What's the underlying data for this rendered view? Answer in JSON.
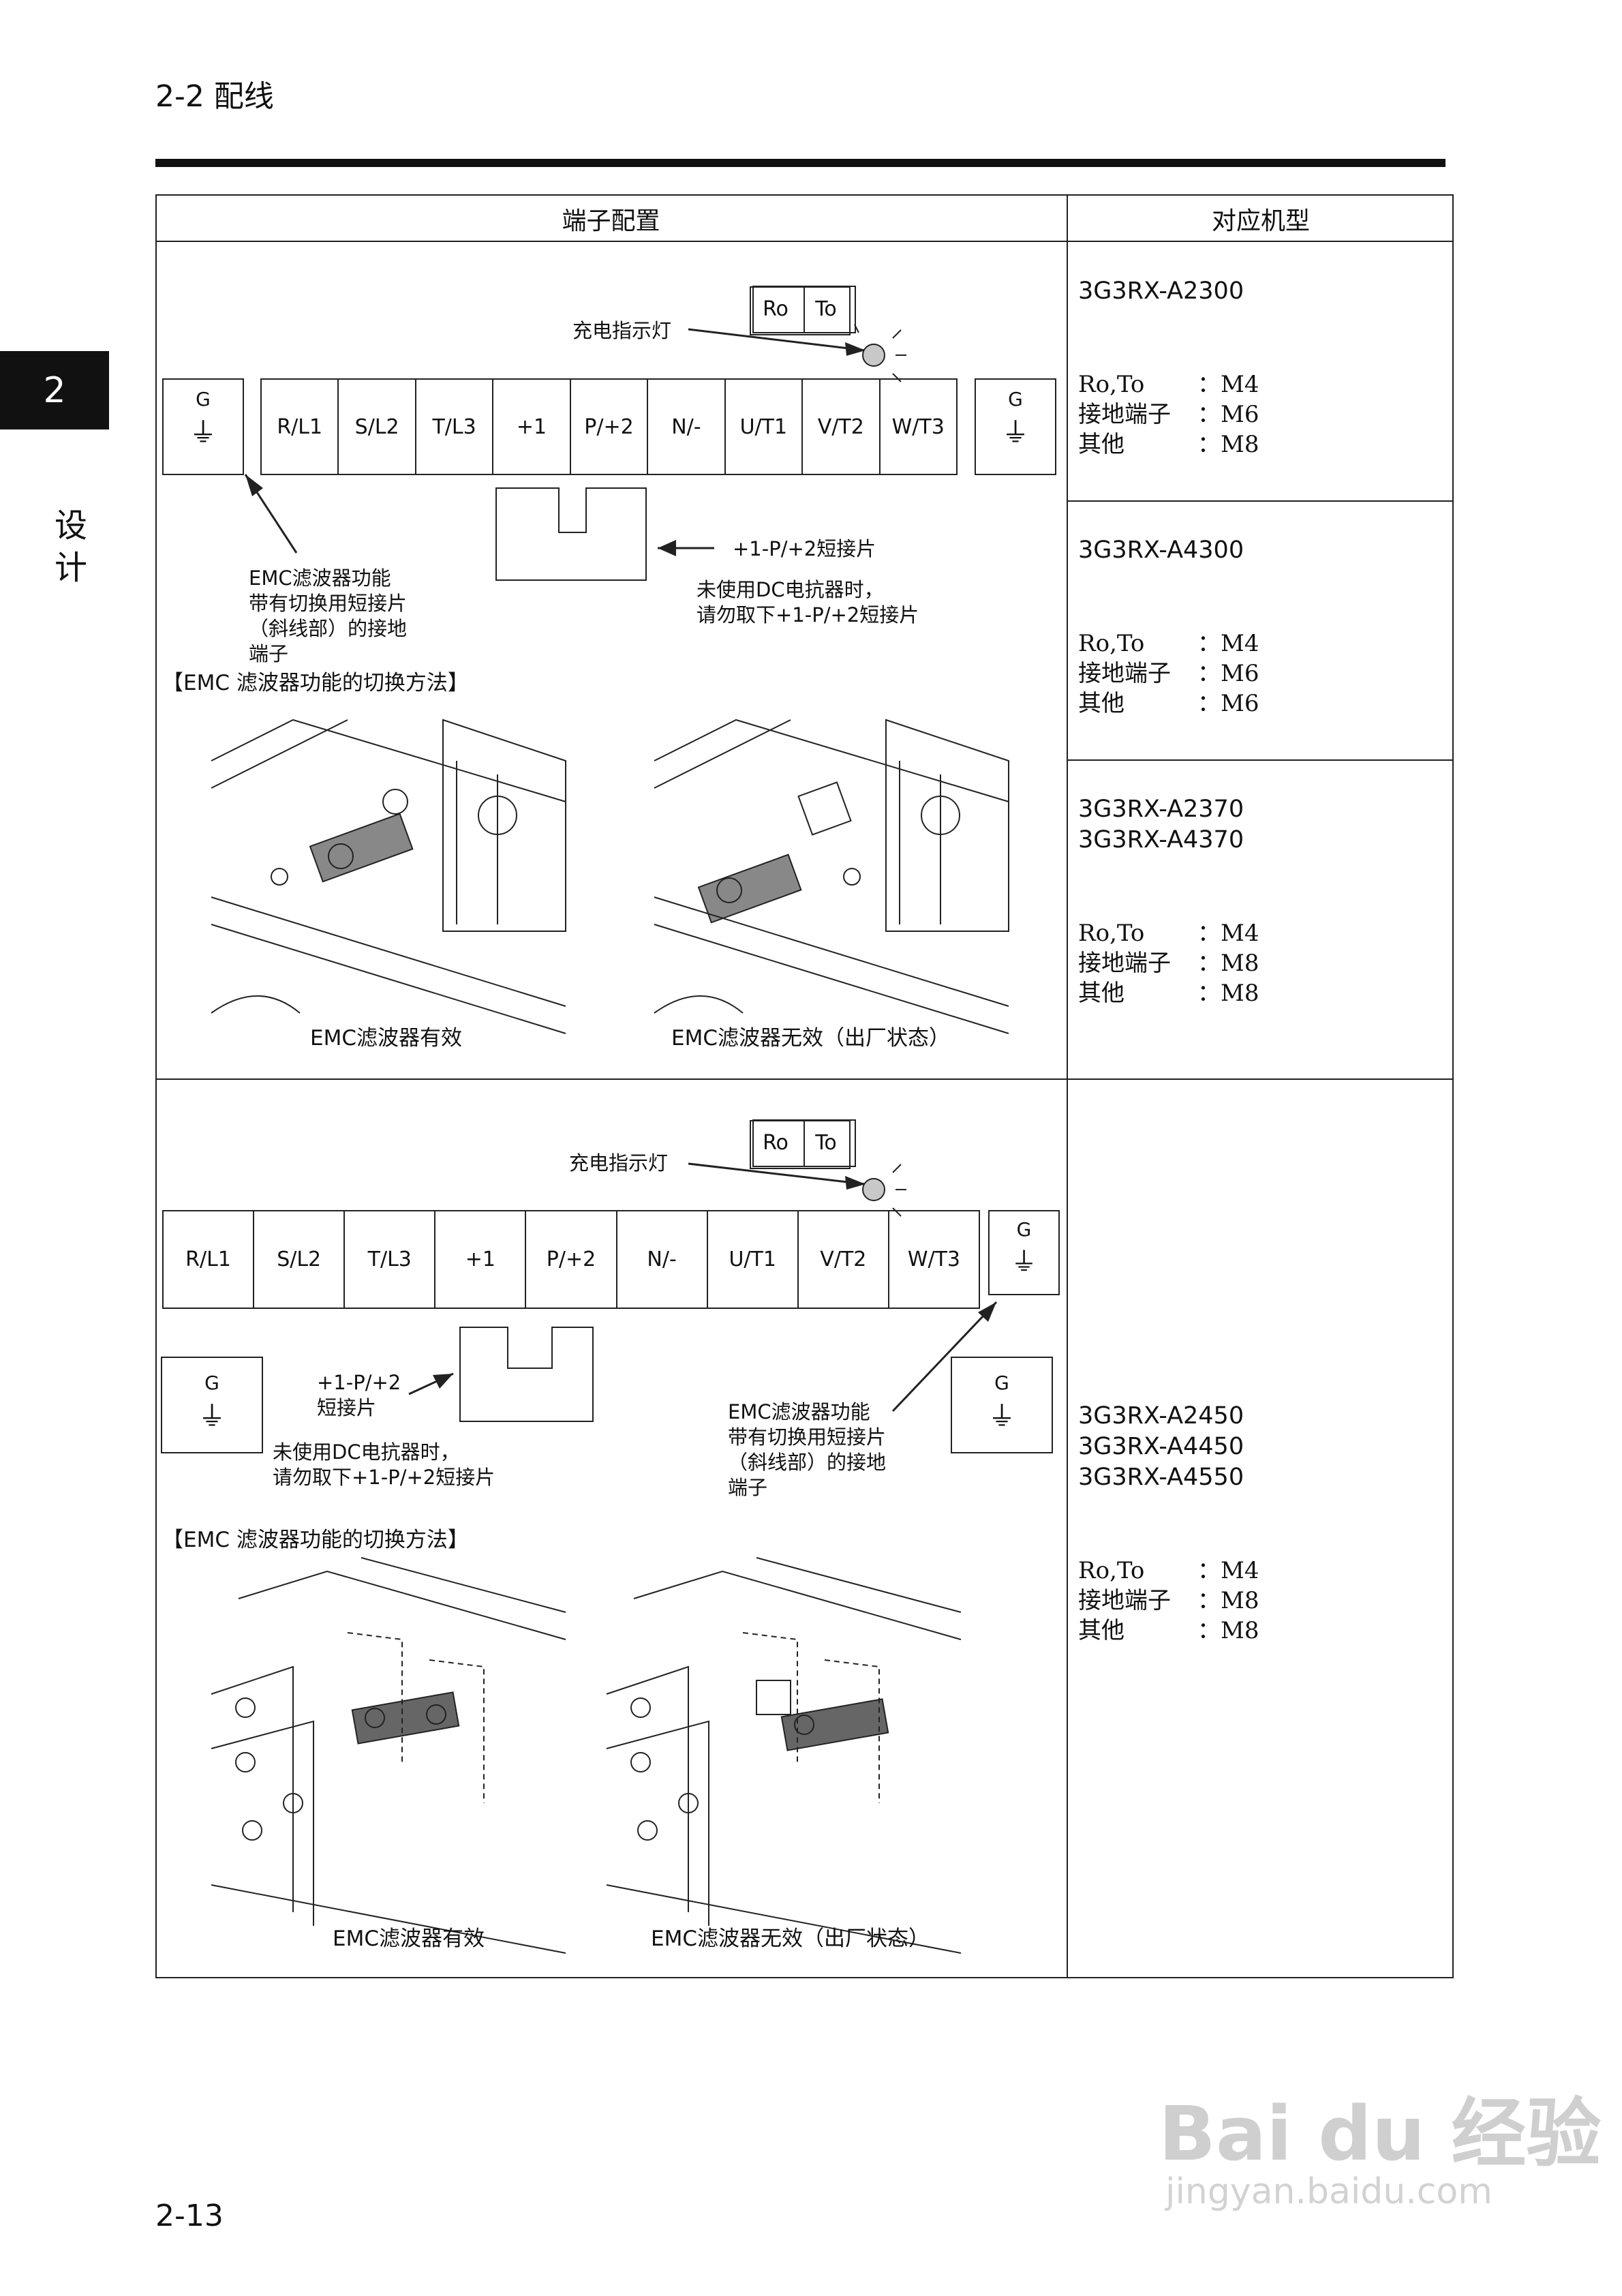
{
  "header": {
    "section": "2-2 配线"
  },
  "side_tab": {
    "chapter": "2",
    "title_line1": "设",
    "title_line2": "计"
  },
  "page_number": "2-13",
  "table": {
    "col_left": "端子配置",
    "col_right": "对应机型"
  },
  "row1": {
    "ro": "Ro",
    "to": "To",
    "charge_lamp": "充电指示灯",
    "g": "G",
    "terminals": [
      "R/L1",
      "S/L2",
      "T/L3",
      "+1",
      "P/+2",
      "N/-",
      "U/T1",
      "V/T2",
      "W/T3"
    ],
    "emc_note": [
      "EMC滤波器功能",
      "带有切换用短接片",
      "（斜线部）的接地",
      "端子"
    ],
    "jumper_label": "+1-P/+2短接片",
    "dc_note": [
      "未使用DC电抗器时，",
      "请勿取下+1-P/+2短接片"
    ],
    "switch_title": "【EMC 滤波器功能的切换方法】",
    "caption_on": "EMC滤波器有效",
    "caption_off": "EMC滤波器无效（出厂状态）"
  },
  "row2": {
    "ro": "Ro",
    "to": "To",
    "charge_lamp": "充电指示灯",
    "g": "G",
    "terminals": [
      "R/L1",
      "S/L2",
      "T/L3",
      "+1",
      "P/+2",
      "N/-",
      "U/T1",
      "V/T2",
      "W/T3"
    ],
    "jumper_label": [
      "+1-P/+2",
      "短接片"
    ],
    "dc_note": [
      "未使用DC电抗器时，",
      "请勿取下+1-P/+2短接片"
    ],
    "emc_note": [
      "EMC滤波器功能",
      "带有切换用短接片",
      "（斜线部）的接地",
      "端子"
    ],
    "switch_title": "【EMC 滤波器功能的切换方法】",
    "caption_on": "EMC滤波器有效",
    "caption_off": "EMC滤波器无效（出厂状态）"
  },
  "models": [
    {
      "names": [
        "3G3RX-A2300"
      ],
      "specs": [
        [
          "Ro,To",
          "：M4"
        ],
        [
          "接地端子",
          "：M6"
        ],
        [
          "其他",
          "：M8"
        ]
      ]
    },
    {
      "names": [
        "3G3RX-A4300"
      ],
      "specs": [
        [
          "Ro,To",
          "：M4"
        ],
        [
          "接地端子",
          "：M6"
        ],
        [
          "其他",
          "：M6"
        ]
      ]
    },
    {
      "names": [
        "3G3RX-A2370",
        "3G3RX-A4370"
      ],
      "specs": [
        [
          "Ro,To",
          "：M4"
        ],
        [
          "接地端子",
          "：M8"
        ],
        [
          "其他",
          "：M8"
        ]
      ]
    },
    {
      "names": [
        "3G3RX-A2450",
        "3G3RX-A4450",
        "3G3RX-A4550"
      ],
      "specs": [
        [
          "Ro,To",
          "：M4"
        ],
        [
          "接地端子",
          "：M8"
        ],
        [
          "其他",
          "：M8"
        ]
      ]
    }
  ],
  "watermark": {
    "brand": "Bai du 经验",
    "url": "jingyan.baidu.com"
  }
}
